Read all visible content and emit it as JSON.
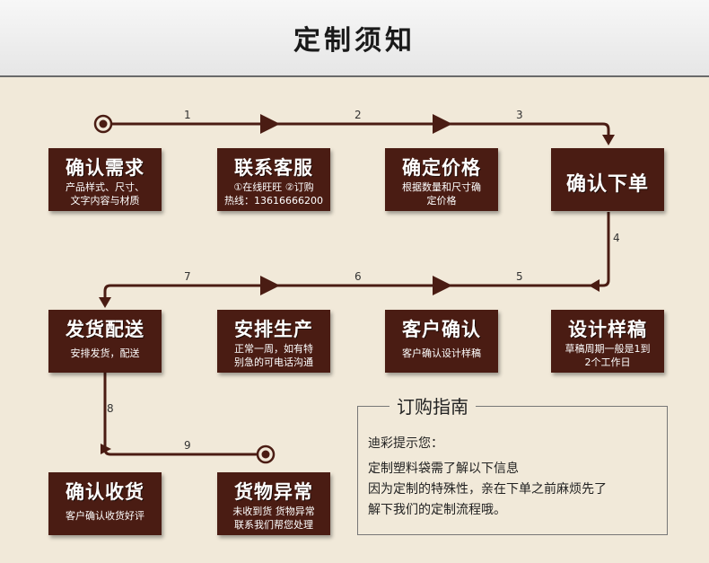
{
  "header": {
    "title": "定制须知"
  },
  "steps": [
    {
      "title": "确认需求",
      "lines": [
        "产品样式、尺寸、",
        "文字内容与材质"
      ]
    },
    {
      "title": "联系客服",
      "lines": [
        "①在线旺旺 ②订购",
        "热线：13616666200"
      ]
    },
    {
      "title": "确定价格",
      "lines": [
        "根据数量和尺寸确",
        "定价格"
      ]
    },
    {
      "title": "确认下单",
      "lines": []
    },
    {
      "title": "设计样稿",
      "lines": [
        "草稿周期一般是1到",
        "2个工作日"
      ]
    },
    {
      "title": "客户确认",
      "lines": [
        "客户确认设计样稿"
      ]
    },
    {
      "title": "安排生产",
      "lines": [
        "正常一周，如有特",
        "别急的可电话沟通"
      ]
    },
    {
      "title": "发货配送",
      "lines": [
        "安排发货，配送"
      ]
    },
    {
      "title": "确认收货",
      "lines": [
        "客户确认收货好评"
      ]
    },
    {
      "title": "货物异常",
      "lines": [
        "未收到货 货物异常",
        "联系我们帮您处理"
      ]
    }
  ],
  "connectors": [
    "1",
    "2",
    "3",
    "4",
    "5",
    "6",
    "7",
    "8",
    "9"
  ],
  "guide": {
    "title": "订购指南",
    "lines": [
      "迪彩提示您：",
      "定制塑料袋需了解以下信息",
      "因为定制的特殊性，亲在下单之前麻烦先了",
      "解下我们的定制流程哦。"
    ]
  },
  "colors": {
    "box": "#4a1c13",
    "line": "#4a1c13",
    "background": "#f1e9d9"
  }
}
